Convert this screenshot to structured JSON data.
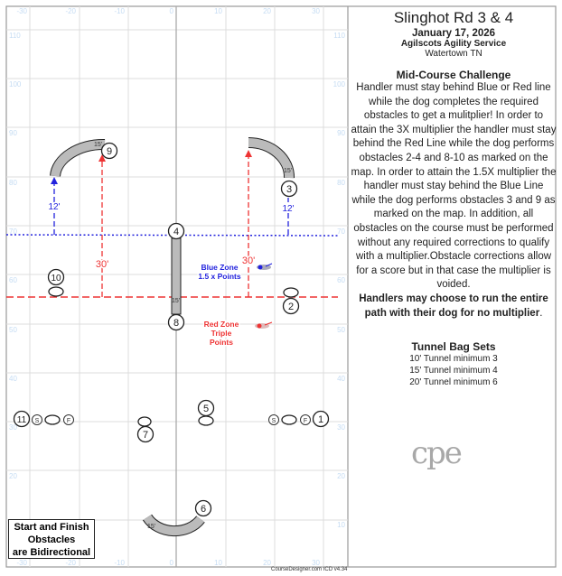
{
  "course": {
    "title": "Slinghot Rd 3 & 4",
    "date": "January 17, 2026",
    "organization": "Agilscots Agility Service",
    "location": "Watertown TN"
  },
  "challenge": {
    "title": "Mid-Course Challenge",
    "body": "Handler must stay behind Blue or Red line  while the dog completes the required obstacles to get a mulitplier! In order to attain the 3X multiplier the handler must stay behind the Red Line while the dog performs obstacles 2-4 and 8-10  as marked on the map. In order to attain the 1.5X multiplier the handler must  stay behind the Blue Line while the dog performs obstacles 3 and 9 as marked on the map. In addition, all obstacles on the course must be performed without any required corrections to qualify with a multiplier.Obstacle corrections allow for a score but in that case the multiplier is voided.",
    "bold_note": "Handlers may choose to run the entire path with their dog for no multiplier",
    "bold_note_end": "."
  },
  "tunnel_bags": {
    "title": "Tunnel Bag Sets",
    "items": [
      "10' Tunnel minimum 3",
      "15' Tunnel minimum 4",
      "20' Tunnel minimum 6"
    ]
  },
  "logo_text": "cpe",
  "map": {
    "x_labels": [
      "-30",
      "-20",
      "-10",
      "0",
      "10",
      "20",
      "30"
    ],
    "y_labels": [
      "110",
      "100",
      "90",
      "80",
      "70",
      "60",
      "50",
      "40",
      "30",
      "20",
      "10"
    ],
    "obstacle_numbers": {
      "n1": "1",
      "n2": "2",
      "n3": "3",
      "n4": "4",
      "n5": "5",
      "n6": "6",
      "n7": "7",
      "n8": "8",
      "n9": "9",
      "n10": "10",
      "n11": "11"
    },
    "start_label": "S",
    "finish_label": "F",
    "tunnel_length": "15'",
    "blue_distance": "12'",
    "red_distance": "30'",
    "blue_zone": [
      "Blue Zone",
      "1.5 x Points"
    ],
    "red_zone": [
      "Red Zone",
      "Triple",
      "Points"
    ],
    "blue_color": "#2222dd",
    "red_color": "#ee3333"
  },
  "start_finish_note": [
    "Start and Finish",
    "Obstacles",
    "are Bidirectional"
  ],
  "footer": "CourseDesigner.com ICD v4.34"
}
